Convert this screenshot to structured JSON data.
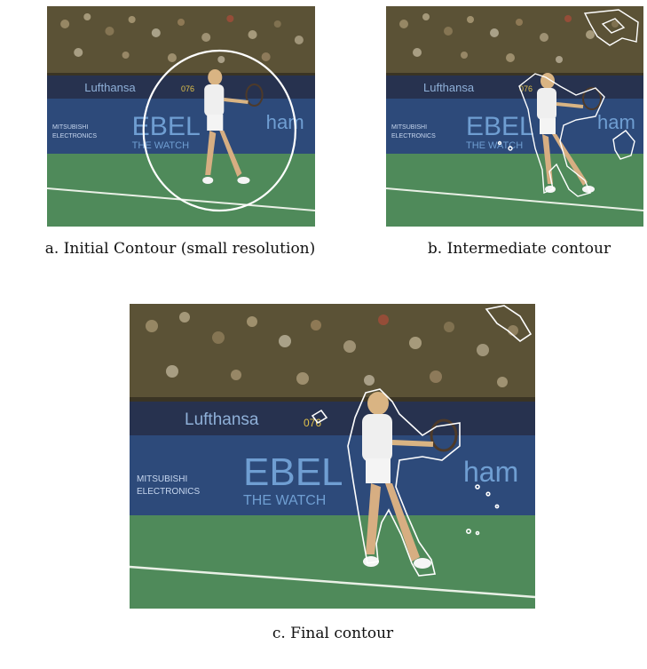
{
  "figure": {
    "panel_a": {
      "caption": "a. Initial Contour (small resolution)",
      "banner": {
        "sponsor": "Lufthansa",
        "ebel": "EBEL",
        "watch": "THE WATCH",
        "mitsubishi": "MITSUBISHI",
        "electronics": "ELECTRONICS",
        "ham": "ham",
        "score": "076"
      }
    },
    "panel_b": {
      "caption": "b. Intermediate contour",
      "banner": {
        "sponsor": "Lufthansa",
        "ebel": "EBEL",
        "watch": "THE WATCH",
        "mitsubishi": "MITSUBISHI",
        "electronics": "ELECTRONICS",
        "ham": "ham",
        "score": "076"
      }
    },
    "panel_c": {
      "caption": "c. Final contour",
      "banner": {
        "sponsor": "Lufthansa",
        "ebel": "EBEL",
        "watch": "THE WATCH",
        "mitsubishi": "MITSUBISHI",
        "electronics": "ELECTRONICS",
        "ham": "ham",
        "score": "076"
      }
    }
  },
  "colors": {
    "crowd_dark": "#3a3424",
    "stand_wall": "#27324f",
    "banner_blue": "#2d4a7a",
    "banner_text": "#6f9ed2",
    "court_green": "#4f8a5a",
    "contour": "#ffffff"
  }
}
